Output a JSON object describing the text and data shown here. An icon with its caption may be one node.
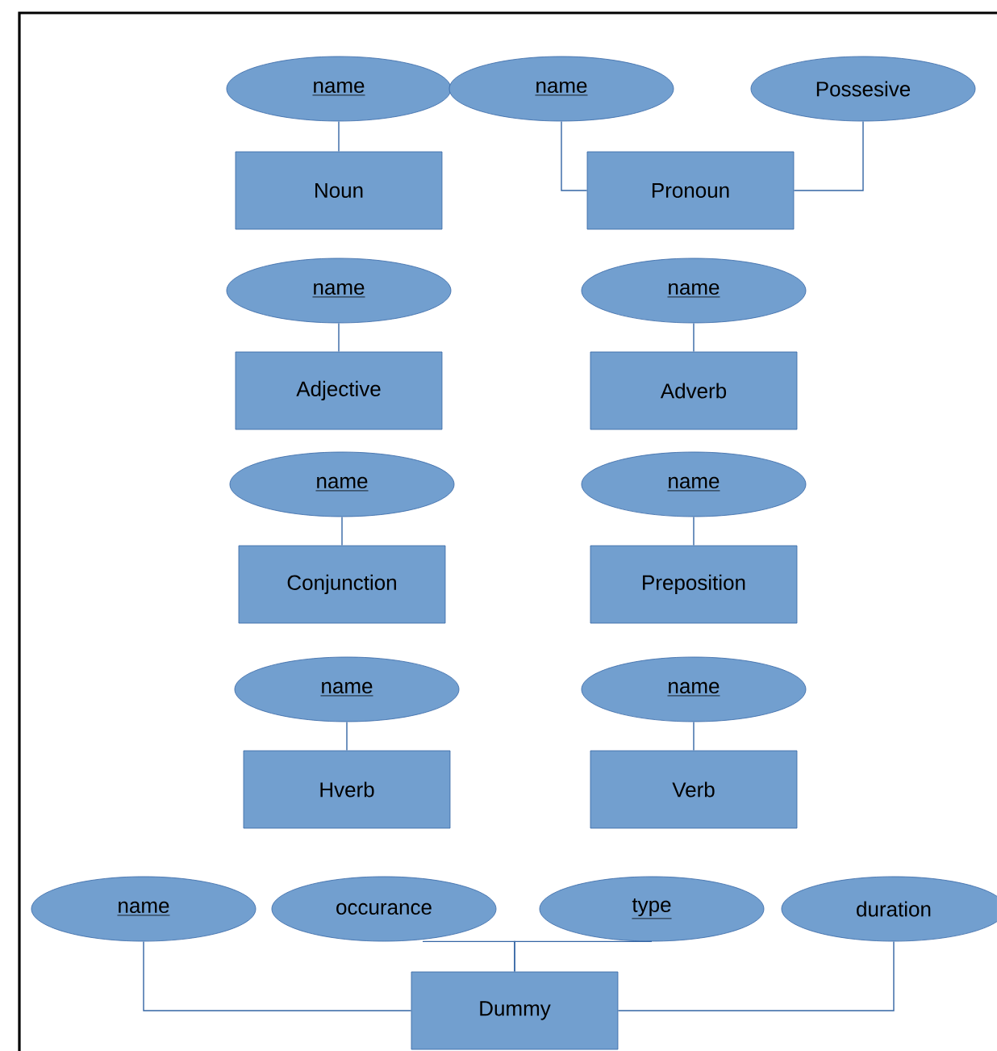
{
  "diagram": {
    "nodes": [
      {
        "text": [
          "name"
        ]
      },
      {
        "text": [
          "name"
        ]
      },
      {
        "text": [
          "Possesive"
        ]
      },
      {
        "text": [
          "Noun"
        ]
      },
      {
        "text": [
          "Pronoun"
        ]
      },
      {
        "text": [
          "name"
        ]
      },
      {
        "text": [
          "name"
        ]
      },
      {
        "text": [
          "Adjective"
        ]
      },
      {
        "text": [
          "Adverb"
        ]
      },
      {
        "text": [
          "name"
        ]
      },
      {
        "text": [
          "name"
        ]
      },
      {
        "text": [
          "Conjunction"
        ]
      },
      {
        "text": [
          "Preposition"
        ]
      },
      {
        "text": [
          "name"
        ]
      },
      {
        "text": [
          "name"
        ]
      },
      {
        "text": [
          "Hverb"
        ]
      },
      {
        "text": [
          "Verb"
        ]
      },
      {
        "text": [
          "name"
        ]
      },
      {
        "text": [
          "occurance"
        ]
      },
      {
        "text": [
          "type"
        ]
      },
      {
        "text": [
          "duration"
        ]
      },
      {
        "text": [
          "Dummy"
        ]
      }
    ],
    "edges": [
      {
        "from": 0,
        "to": 3,
        "arrow": "none"
      },
      {
        "from": 1,
        "to": 4,
        "arrow": "none"
      },
      {
        "from": 2,
        "to": 4,
        "arrow": "none"
      },
      {
        "from": 5,
        "to": 7,
        "arrow": "none"
      },
      {
        "from": 6,
        "to": 8,
        "arrow": "none"
      },
      {
        "from": 9,
        "to": 11,
        "arrow": "none"
      },
      {
        "from": 10,
        "to": 12,
        "arrow": "none"
      },
      {
        "from": 13,
        "to": 15,
        "arrow": "none"
      },
      {
        "from": 14,
        "to": 16,
        "arrow": "none"
      },
      {
        "from": 17,
        "to": 21,
        "arrow": "none"
      },
      {
        "from": 18,
        "to": 21,
        "arrow": "none"
      },
      {
        "from": 19,
        "to": 21,
        "arrow": "none"
      },
      {
        "from": 20,
        "to": 21,
        "arrow": "none"
      }
    ]
  }
}
